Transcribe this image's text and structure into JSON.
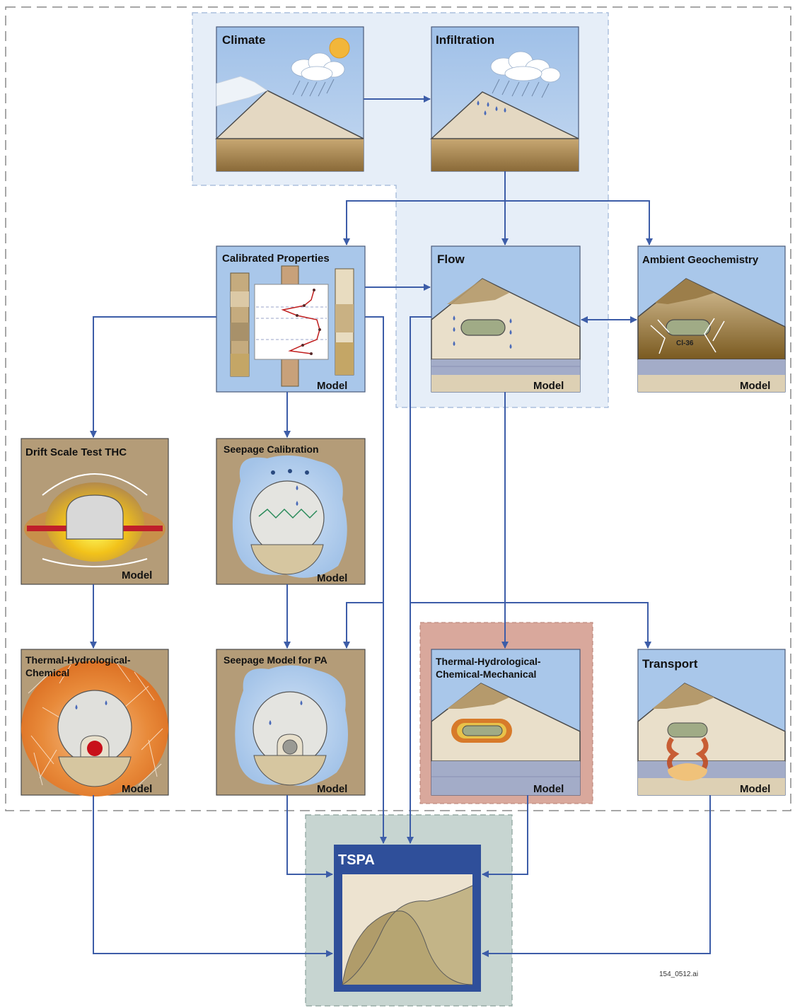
{
  "panels": {
    "climate": {
      "title": "Climate"
    },
    "infiltration": {
      "title": "Infiltration"
    },
    "calibrated": {
      "title": "Calibrated Properties",
      "footer": "Model"
    },
    "flow": {
      "title": "Flow",
      "footer": "Model"
    },
    "geochem": {
      "title": "Ambient Geochemistry",
      "footer": "Model",
      "inner_label": "Cl-36"
    },
    "dst": {
      "title": "Drift Scale Test THC",
      "footer": "Model"
    },
    "seepage_cal": {
      "title": "Seepage Calibration",
      "footer": "Model"
    },
    "thc": {
      "title_line1": "Thermal-Hydrological-",
      "title_line2": "Chemical",
      "footer": "Model"
    },
    "seepage_pa": {
      "title": "Seepage Model for PA",
      "footer": "Model"
    },
    "thcm": {
      "title_line1": "Thermal-Hydrological-",
      "title_line2": "Chemical-Mechanical",
      "footer": "Model"
    },
    "transport": {
      "title": "Transport",
      "footer": "Model"
    },
    "tspa": {
      "title": "TSPA"
    }
  },
  "figure_id": "154_0512.ai",
  "colors": {
    "sky": "#a9c7ea",
    "earth": "#e6dbc5",
    "ground_brown": "#b08e58",
    "arrow": "#3d5da8",
    "tan_panel": "#b49c78",
    "dashed_border": "#7a7a7a",
    "tspa_frame": "#2f4f9a",
    "tspa_bg": "#c8d6d2",
    "thcm_bg": "#d7a59a",
    "region_blue": "#e6eef8"
  }
}
